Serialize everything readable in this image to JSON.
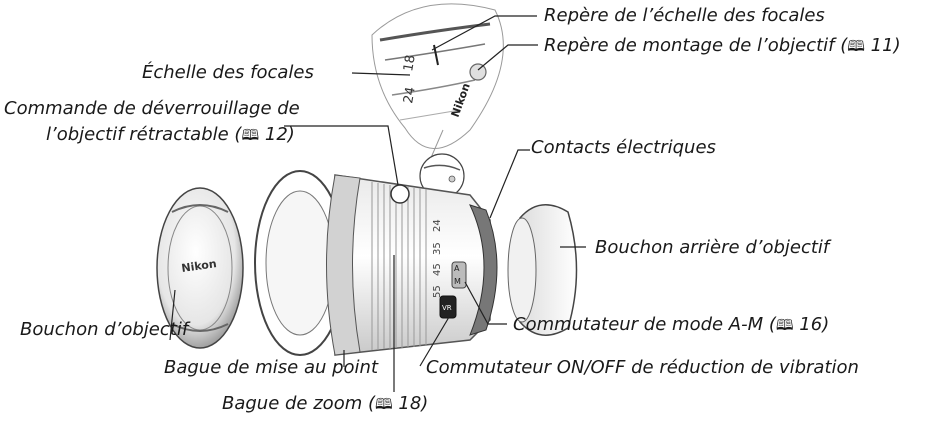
{
  "labels": {
    "focal_index": "Repère de l’échelle des focales",
    "mount_index": "Repère de montage de l’objectif (",
    "mount_index_ref": " 11)",
    "focal_scale": "Échelle des focales",
    "retract_line1": "Commande de déverrouillage de",
    "retract_line2": "l’objectif rétractable (",
    "retract_ref": " 12)",
    "contacts": "Contacts électriques",
    "rear_cap": "Bouchon arrière d’objectif",
    "lens_cap": "Bouchon d’objectif",
    "am_switch": "Commutateur de mode A-M (",
    "am_switch_ref": " 16)",
    "focus_ring": "Bague de mise au point",
    "vr_switch": "Commutateur ON/OFF de réduction de vibration",
    "zoom_ring": "Bague de zoom (",
    "zoom_ring_ref": " 18)"
  },
  "reference_icon": "book-icon",
  "lens_markings": {
    "brand": "Nikon",
    "focal_values": [
      "18",
      "24",
      "35",
      "45",
      "55"
    ],
    "mode_switch": [
      "A",
      "M"
    ],
    "vr_label": "VR"
  }
}
